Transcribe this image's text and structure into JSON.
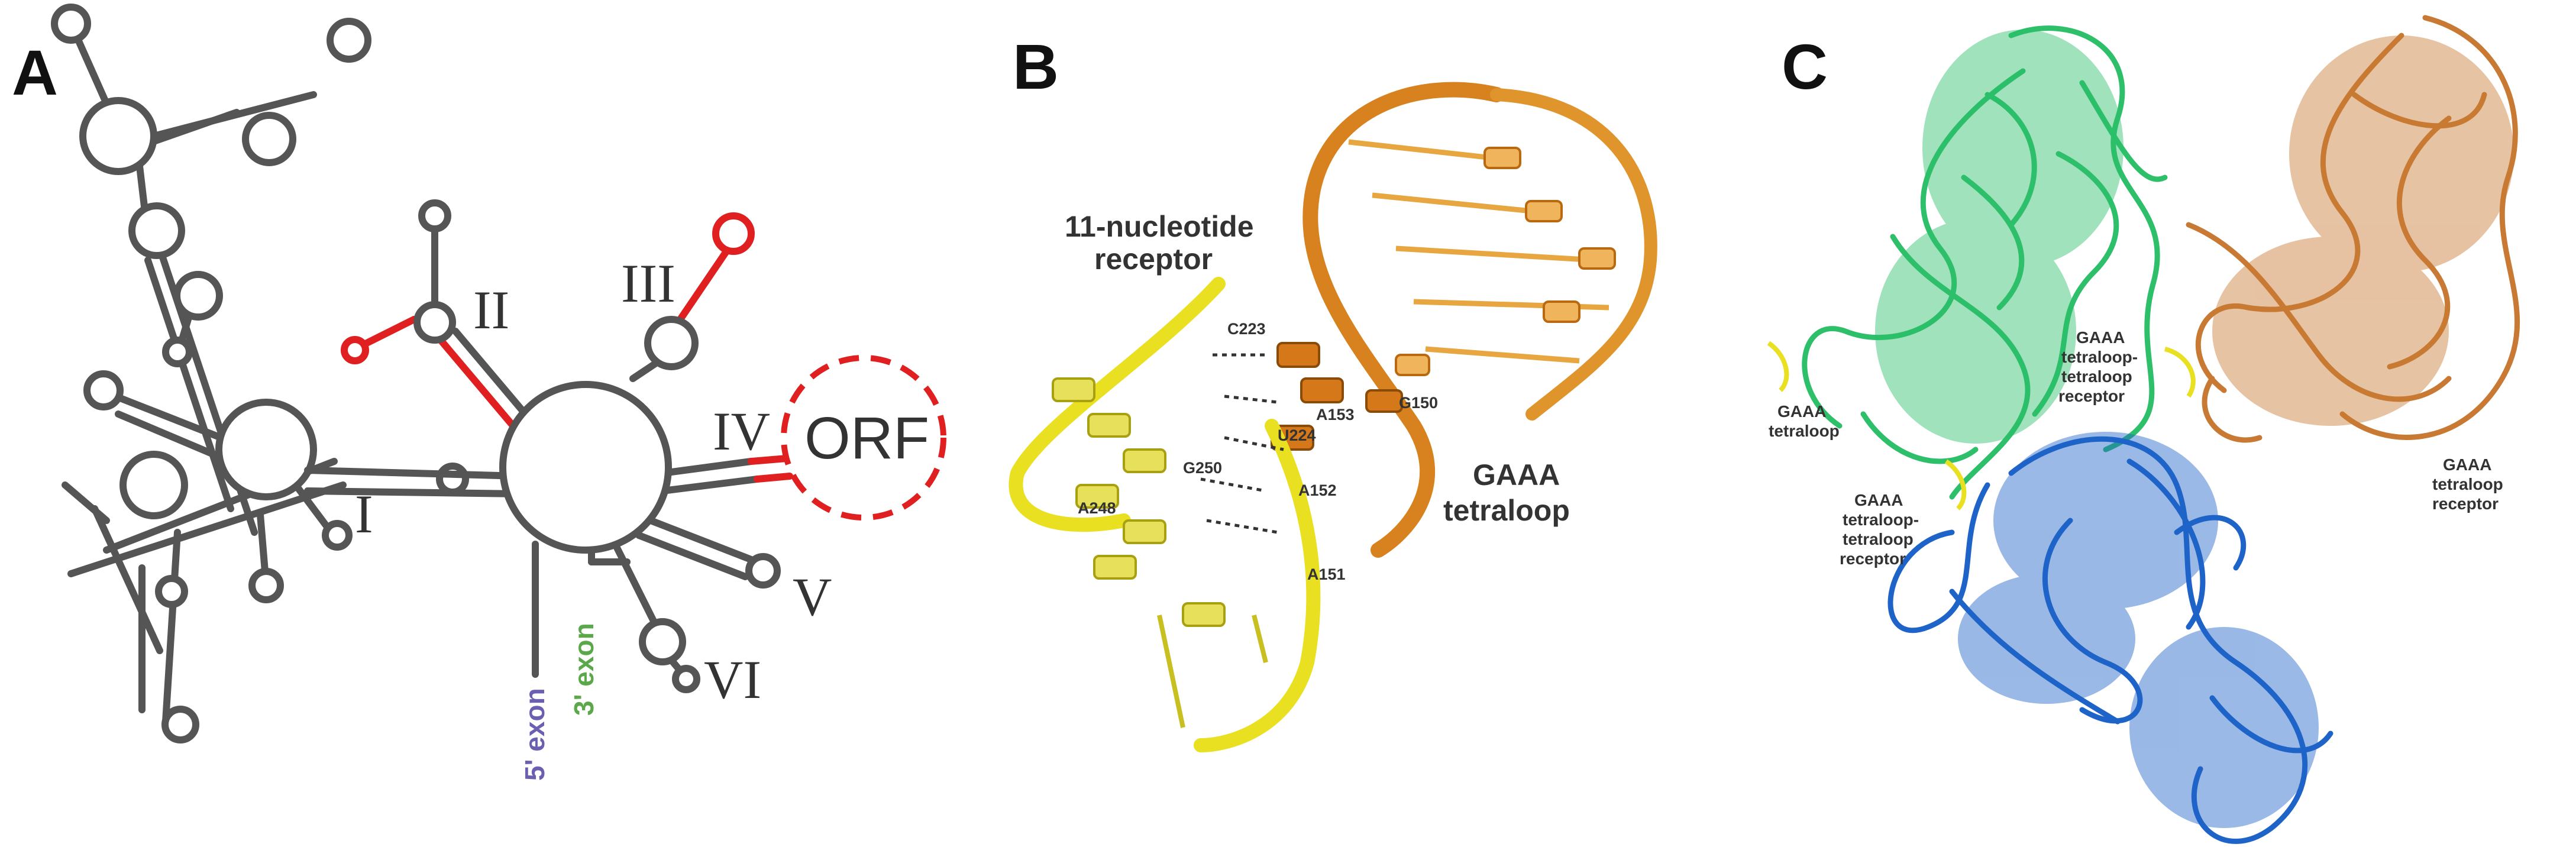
{
  "panels": {
    "a": {
      "letter": "A",
      "domains": [
        "I",
        "II",
        "III",
        "IV",
        "V",
        "VI"
      ],
      "orf": "ORF",
      "exon5": "5' exon",
      "exon3": "3' exon"
    },
    "b": {
      "letter": "B",
      "receptor": [
        "11-nucleotide",
        "receptor"
      ],
      "tetraloop": [
        "GAAA",
        "tetraloop"
      ],
      "residues": [
        "C223",
        "A153",
        "G150",
        "U224",
        "G250",
        "A152",
        "A248",
        "A151"
      ]
    },
    "c": {
      "letter": "C",
      "label_left_tl": [
        "GAAA",
        "tetraloop"
      ],
      "label_left_rec": [
        "GAAA",
        "tetraloop-",
        "tetraloop",
        "receptor"
      ],
      "label_mid_rec": [
        "GAAA",
        "tetraloop-",
        "tetraloop",
        "receptor"
      ],
      "label_right": [
        "GAAA",
        "tetraloop",
        "receptor"
      ]
    }
  },
  "colors": {
    "structure_gray": "#555555",
    "highlight_red": "#e02020",
    "exon5": "#6a5fb0",
    "exon3": "#5aa84a",
    "receptor_yellow": "#e8e020",
    "tetraloop_orange": "#d7821e",
    "green": "#2dbf6a",
    "blue": "#1e64c8",
    "copper": "#c87a34"
  }
}
